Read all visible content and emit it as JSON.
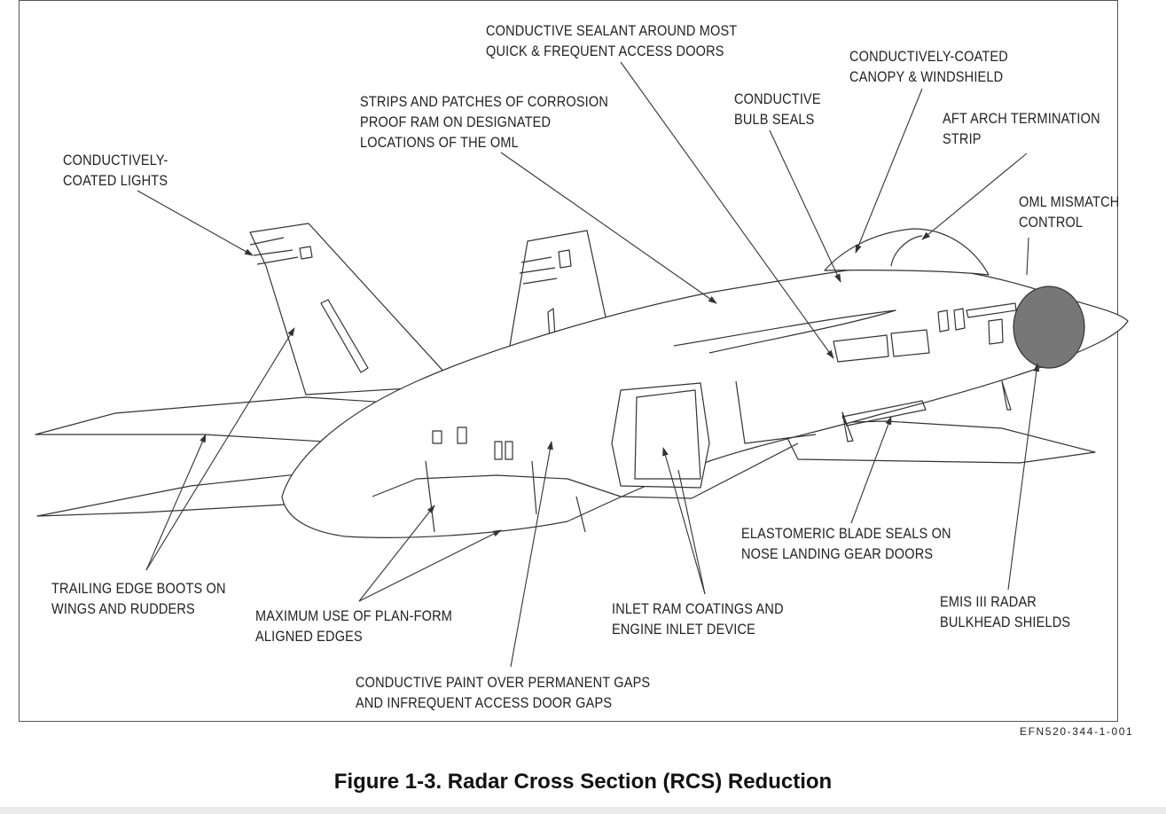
{
  "figure": {
    "caption": "Figure 1-3. Radar Cross Section (RCS) Reduction",
    "drawing_number": "EFN520-344-1-001"
  },
  "callouts": [
    {
      "id": "conductive-sealant",
      "lines": [
        "CONDUCTIVE SEALANT AROUND MOST",
        "QUICK & FREQUENT ACCESS DOORS"
      ]
    },
    {
      "id": "conductively-coated-canopy",
      "lines": [
        "CONDUCTIVELY-COATED",
        "CANOPY & WINDSHIELD"
      ]
    },
    {
      "id": "strips-patches-ram",
      "lines": [
        "STRIPS AND PATCHES OF CORROSION",
        "PROOF RAM ON DESIGNATED",
        "LOCATIONS OF THE OML"
      ]
    },
    {
      "id": "conductive-bulb-seals",
      "lines": [
        "CONDUCTIVE",
        "BULB SEALS"
      ]
    },
    {
      "id": "aft-arch-termination",
      "lines": [
        "AFT ARCH TERMINATION",
        "STRIP"
      ]
    },
    {
      "id": "conductively-coated-lights",
      "lines": [
        "CONDUCTIVELY-",
        "COATED LIGHTS"
      ]
    },
    {
      "id": "oml-mismatch-control",
      "lines": [
        "OML MISMATCH",
        "CONTROL"
      ]
    },
    {
      "id": "elastomeric-blade-seals",
      "lines": [
        "ELASTOMERIC BLADE SEALS ON",
        "NOSE LANDING GEAR DOORS"
      ]
    },
    {
      "id": "trailing-edge-boots",
      "lines": [
        "TRAILING EDGE BOOTS ON",
        "WINGS AND RUDDERS"
      ]
    },
    {
      "id": "plan-form-aligned-edges",
      "lines": [
        "MAXIMUM USE OF PLAN-FORM",
        "ALIGNED EDGES"
      ]
    },
    {
      "id": "inlet-ram-coatings",
      "lines": [
        "INLET RAM COATINGS AND",
        "ENGINE INLET DEVICE"
      ]
    },
    {
      "id": "emis-radar-bulkhead",
      "lines": [
        "EMIS III RADAR",
        "BULKHEAD SHIELDS"
      ]
    },
    {
      "id": "conductive-paint-gaps",
      "lines": [
        "CONDUCTIVE PAINT OVER PERMANENT GAPS",
        "AND INFREQUENT ACCESS DOOR GAPS"
      ]
    }
  ]
}
